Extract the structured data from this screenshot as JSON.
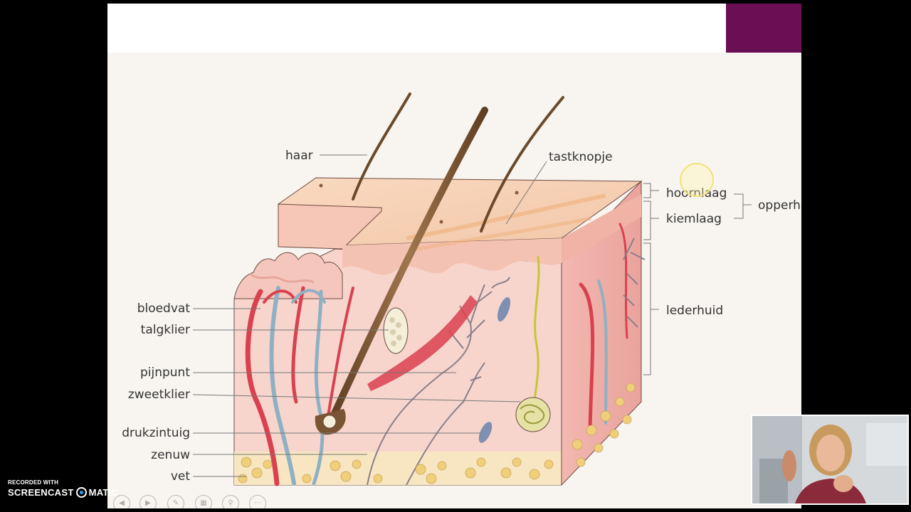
{
  "labels": {
    "haar": "haar",
    "tastknopje": "tastknopje",
    "hoornlaag": "hoornlaag",
    "kiemlaag": "kiemlaag",
    "opperhuid": "opperh",
    "lederhuid": "lederhuid",
    "bloedvat": "bloedvat",
    "talgklier": "talgklier",
    "pijnpunt": "pijnpunt",
    "zweetklier": "zweetklier",
    "drukzintuig": "drukzintuig",
    "zenuw": "zenuw",
    "vet": "vet"
  },
  "recorder": {
    "line1": "RECORDED WITH",
    "line2a": "SCREENCAST",
    "line2b": "MATIC"
  },
  "colors": {
    "accent": "#6b0f55",
    "artery": "#d9414f",
    "vein": "#8fb0c4",
    "hair": "#7a5533",
    "fat": "#f0cf7a",
    "nerve": "#c9c43a"
  },
  "playback_controls": [
    "prev-icon",
    "play-icon",
    "pen-icon",
    "slides-icon",
    "zoom-icon",
    "more-icon"
  ]
}
